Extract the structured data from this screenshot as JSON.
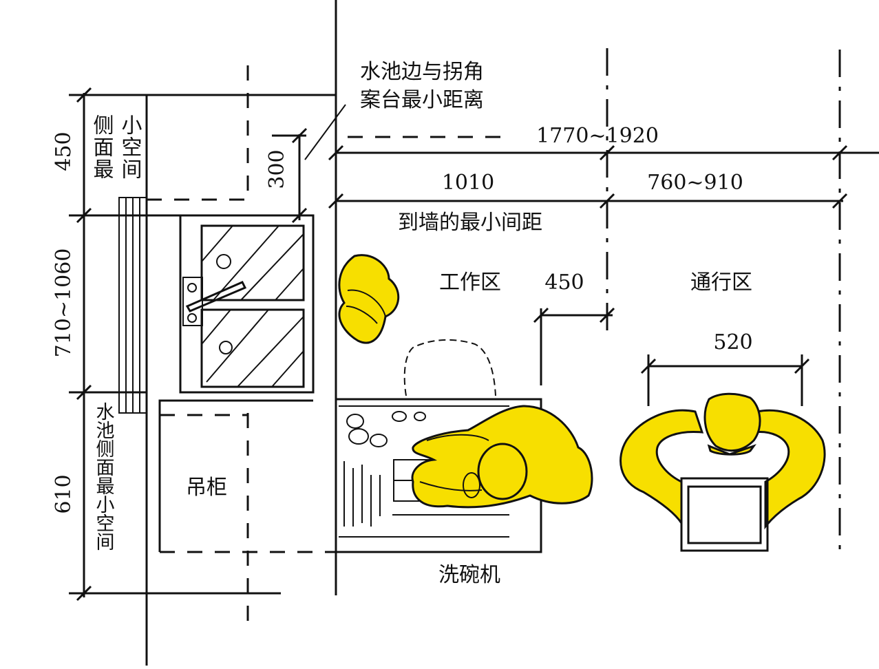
{
  "labels": {
    "sink_corner_line1": "水池边与拐角",
    "sink_corner_line2": "案台最小距离",
    "min_to_wall": "到墙的最小间距",
    "work_zone": "工作区",
    "pass_zone": "通行区",
    "side_space_top_1": "侧面最",
    "side_space_top_2": "小空间",
    "side_space_bottom": "水池侧面最小空间",
    "wall_cabinet": "吊柜",
    "dishwasher": "洗碗机"
  },
  "dimensions": {
    "total_width": "1770~1920",
    "work_width": "1010",
    "pass_width": "760~910",
    "corner_gap": "300",
    "top_side": "450",
    "sink_length": "710~1060",
    "bottom_side": "610",
    "work_inner": "450",
    "person_width": "520"
  },
  "colors": {
    "figure_fill": "#f7df00",
    "line": "#111111",
    "background": "#ffffff"
  }
}
